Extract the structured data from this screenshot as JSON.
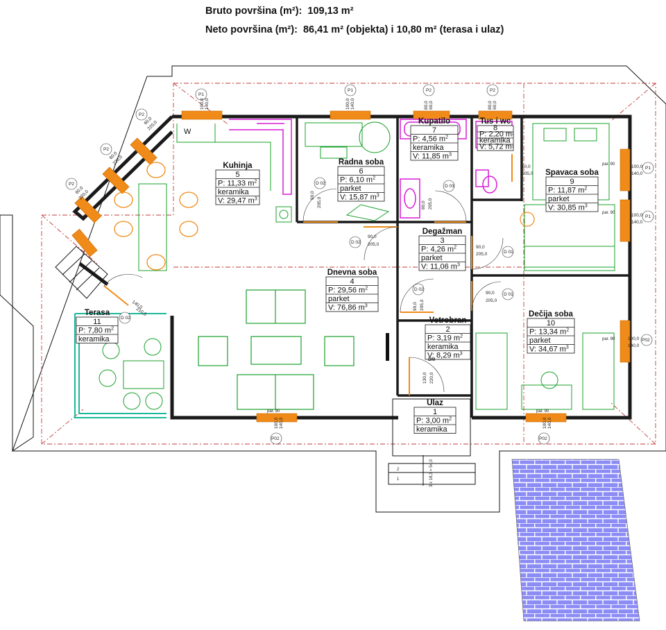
{
  "header": {
    "gross_label": "Bruto površina (m²):",
    "gross_value": "109,13 m²",
    "net_label": "Neto površina (m²):",
    "net_value": "86,41 m² (objekta) i 10,80 m²  (terasa i ulaz)"
  },
  "rooms": [
    {
      "id": "kuhinja",
      "name": "Kuhinja",
      "num": "5",
      "area": "P: 11,33 m",
      "floor": "keramika",
      "volume": "V: 29,47 m"
    },
    {
      "id": "radna",
      "name": "Radna soba",
      "num": "6",
      "area": "P: 6,10 m",
      "floor": "parket",
      "volume": "V: 15,87 m"
    },
    {
      "id": "kupatilo",
      "name": "Kupatilo",
      "num": "7",
      "area": "P: 4,56 m",
      "floor": "keramika",
      "volume": "V: 11,85 m"
    },
    {
      "id": "tus",
      "name": "Tus i wc",
      "num": "8",
      "area": "P: 2,20 m",
      "floor": "keramika",
      "volume": "V: 5,72 m"
    },
    {
      "id": "spavaca",
      "name": "Spavaca soba",
      "num": "9",
      "area": "P: 11,87 m",
      "floor": "parket",
      "volume": "V: 30,85 m"
    },
    {
      "id": "degazman",
      "name": "Degažman",
      "num": "3",
      "area": "P: 4,26 m",
      "floor": "parket",
      "volume": "V: 11,06 m"
    },
    {
      "id": "dnevna",
      "name": "Dnevna soba",
      "num": "4",
      "area": "P: 29,56 m",
      "floor": "parket",
      "volume": "V: 76,86 m"
    },
    {
      "id": "vetrobran",
      "name": "Vetrobran",
      "num": "2",
      "area": "P: 3,19 m",
      "floor": "keramika",
      "volume": "V: 8,29 m"
    },
    {
      "id": "decija",
      "name": "Dečija soba",
      "num": "10",
      "area": "P: 13,34 m",
      "floor": "parket",
      "volume": "V: 34,67 m"
    },
    {
      "id": "terasa",
      "name": "Terasa",
      "num": "11",
      "area": "P: 7,80 m",
      "floor": "keramika",
      "volume": ""
    },
    {
      "id": "ulaz",
      "name": "Ulaz",
      "num": "1",
      "area": "P: 3,00 m",
      "floor": "keramika",
      "volume": ""
    }
  ],
  "superscripts": {
    "area": "2",
    "volume": "3"
  },
  "tags": {
    "door_d02": "D 02",
    "door_d03": "D 03",
    "door_d01": "D 01",
    "window_p1": "P1",
    "window_p2": "P2",
    "window_p02": "P02",
    "kitchen_w": "W",
    "parapet_90": "par. 90"
  },
  "dims": {
    "d_90_205": [
      "90,0",
      "205,0"
    ],
    "d_80_205": [
      "80,0",
      "205,0"
    ],
    "d_70_205": [
      "70,0",
      "205,0"
    ],
    "d_140_210": [
      "140,0",
      "210,0"
    ],
    "d_130_220": [
      "130,0",
      "220,0"
    ],
    "w_100_140": [
      "100,0",
      "140,0"
    ],
    "w_80_60": [
      "80,0",
      "60,0"
    ],
    "w_60_220": [
      "60,0",
      "220,0"
    ],
    "door_dm": "DM"
  },
  "stairs": {
    "step1": "1",
    "step2": "2",
    "note": "3 x 18,3 = 54,0"
  },
  "colors": {
    "wall": "#1a1a1a",
    "green": "#19a02a",
    "magenta": "#d81ad8",
    "orange": "#f08a18",
    "teal": "#19b89a",
    "roof": "#c23a3a",
    "paving": "#8c8cf5",
    "paving_line": "#ffffff"
  }
}
